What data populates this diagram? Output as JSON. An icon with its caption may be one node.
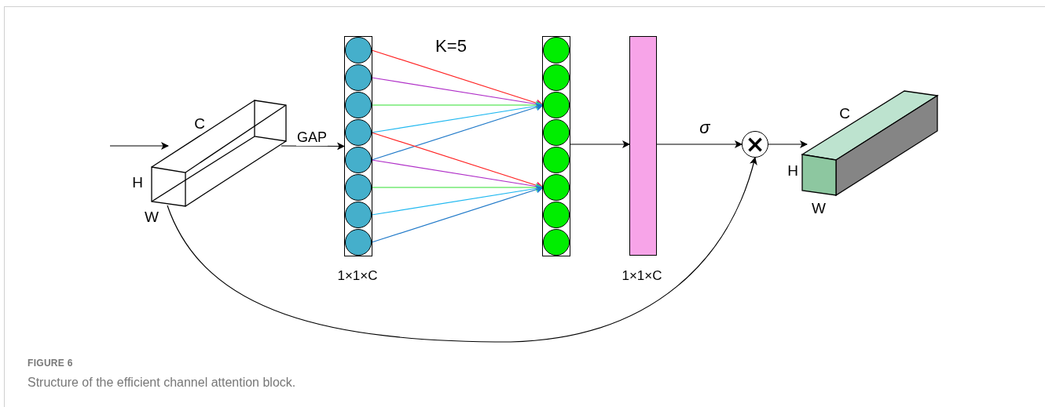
{
  "diagram": {
    "caption": "Structure of the efficient channel attention block.",
    "nodes": [
      {
        "text": [],
        "shape": "box"
      },
      {
        "text": [],
        "shape": "bar",
        "beside": [
          "1×1×C"
        ]
      },
      {
        "text": [],
        "shape": "circle",
        "in": 1
      },
      {
        "text": [],
        "shape": "circle",
        "in": 1
      },
      {
        "text": [],
        "shape": "circle",
        "in": 1
      },
      {
        "text": [],
        "shape": "circle",
        "in": 1
      },
      {
        "text": [],
        "shape": "circle",
        "in": 1
      },
      {
        "text": [],
        "shape": "circle",
        "in": 1
      },
      {
        "text": [],
        "shape": "circle",
        "in": 1
      },
      {
        "text": [],
        "shape": "circle",
        "in": 1
      },
      {
        "text": [],
        "shape": "bar"
      },
      {
        "text": [],
        "shape": "circle",
        "in": 10
      },
      {
        "text": [],
        "shape": "circle",
        "in": 10
      },
      {
        "text": [],
        "shape": "circle",
        "in": 10
      },
      {
        "text": [],
        "shape": "circle",
        "in": 10
      },
      {
        "text": [],
        "shape": "circle",
        "in": 10
      },
      {
        "text": [],
        "shape": "circle",
        "in": 10
      },
      {
        "text": [],
        "shape": "circle",
        "in": 10
      },
      {
        "text": [],
        "shape": "circle",
        "in": 10
      },
      {
        "text": [],
        "shape": "bar",
        "beside": [
          "1×1×C"
        ]
      },
      {
        "text": [
          "×"
        ]
      },
      {
        "text": [],
        "shape": "box"
      }
    ],
    "edges": [
      {
        "from": null,
        "to": 0,
        "arrow": "to"
      },
      {
        "from": 0,
        "to": 1,
        "arrow": "to",
        "label": "GAP"
      },
      {
        "from": 2,
        "to": 13,
        "arrow": "to",
        "color": "#ff2020"
      },
      {
        "from": 3,
        "to": 13,
        "arrow": "to",
        "color": "#b030c8"
      },
      {
        "from": 4,
        "to": 13,
        "arrow": "to",
        "color": "#30e030"
      },
      {
        "from": 5,
        "to": 13,
        "arrow": "to",
        "color": "#20b8f0"
      },
      {
        "from": 6,
        "to": 13,
        "arrow": "to",
        "color": "#1e78c8"
      },
      {
        "from": 5,
        "to": 16,
        "arrow": "to",
        "color": "#ff2020"
      },
      {
        "from": 6,
        "to": 16,
        "arrow": "to",
        "color": "#b030c8"
      },
      {
        "from": 7,
        "to": 16,
        "arrow": "to",
        "color": "#30e030"
      },
      {
        "from": 8,
        "to": 16,
        "arrow": "to",
        "color": "#20b8f0"
      },
      {
        "from": 9,
        "to": 16,
        "arrow": "to",
        "color": "#1e78c8"
      },
      {
        "from": 10,
        "to": 19,
        "arrow": "to"
      },
      {
        "from": 19,
        "to": 20,
        "arrow": "to",
        "label": "σ"
      },
      {
        "from": 20,
        "to": 21,
        "arrow": "to"
      },
      {
        "from": 0,
        "to": 20,
        "arrow": "to"
      }
    ],
    "labels": [
      "K=5",
      "C",
      "H",
      "W",
      "C",
      "H",
      "W",
      "FIGURE 6"
    ]
  }
}
